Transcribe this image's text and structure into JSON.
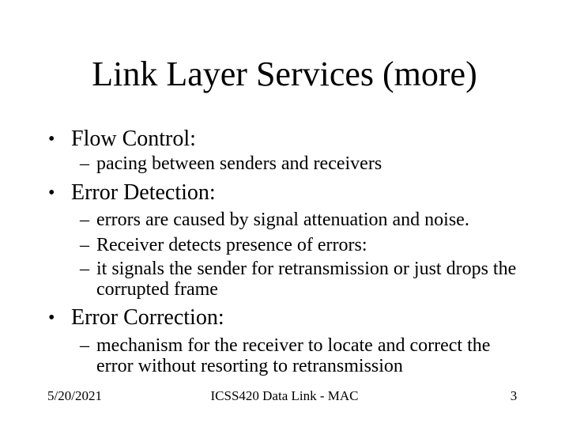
{
  "slide": {
    "title": "Link Layer Services (more)",
    "bullets": [
      {
        "marker": "•",
        "label": "Flow Control:",
        "subs": [
          {
            "marker": "–",
            "text": "pacing between senders and receivers"
          }
        ]
      },
      {
        "marker": "•",
        "label": "Error Detection:",
        "subs": [
          {
            "marker": "–",
            "text": "errors are caused by signal attenuation and noise."
          },
          {
            "marker": "–",
            "text": "Receiver detects presence of errors:"
          },
          {
            "marker": "–",
            "text": "it signals the sender for retransmission or just drops the\ncorrupted frame"
          }
        ]
      },
      {
        "marker": "•",
        "label": "Error Correction:",
        "subs": [
          {
            "marker": "–",
            "text": "mechanism for the receiver to locate and correct the\nerror without resorting to retransmission"
          }
        ]
      }
    ],
    "footer": {
      "date": "5/20/2021",
      "course": "ICSS420 Data Link - MAC",
      "page_number": "3"
    },
    "colors": {
      "background": "#ffffff",
      "text": "#000000"
    }
  }
}
